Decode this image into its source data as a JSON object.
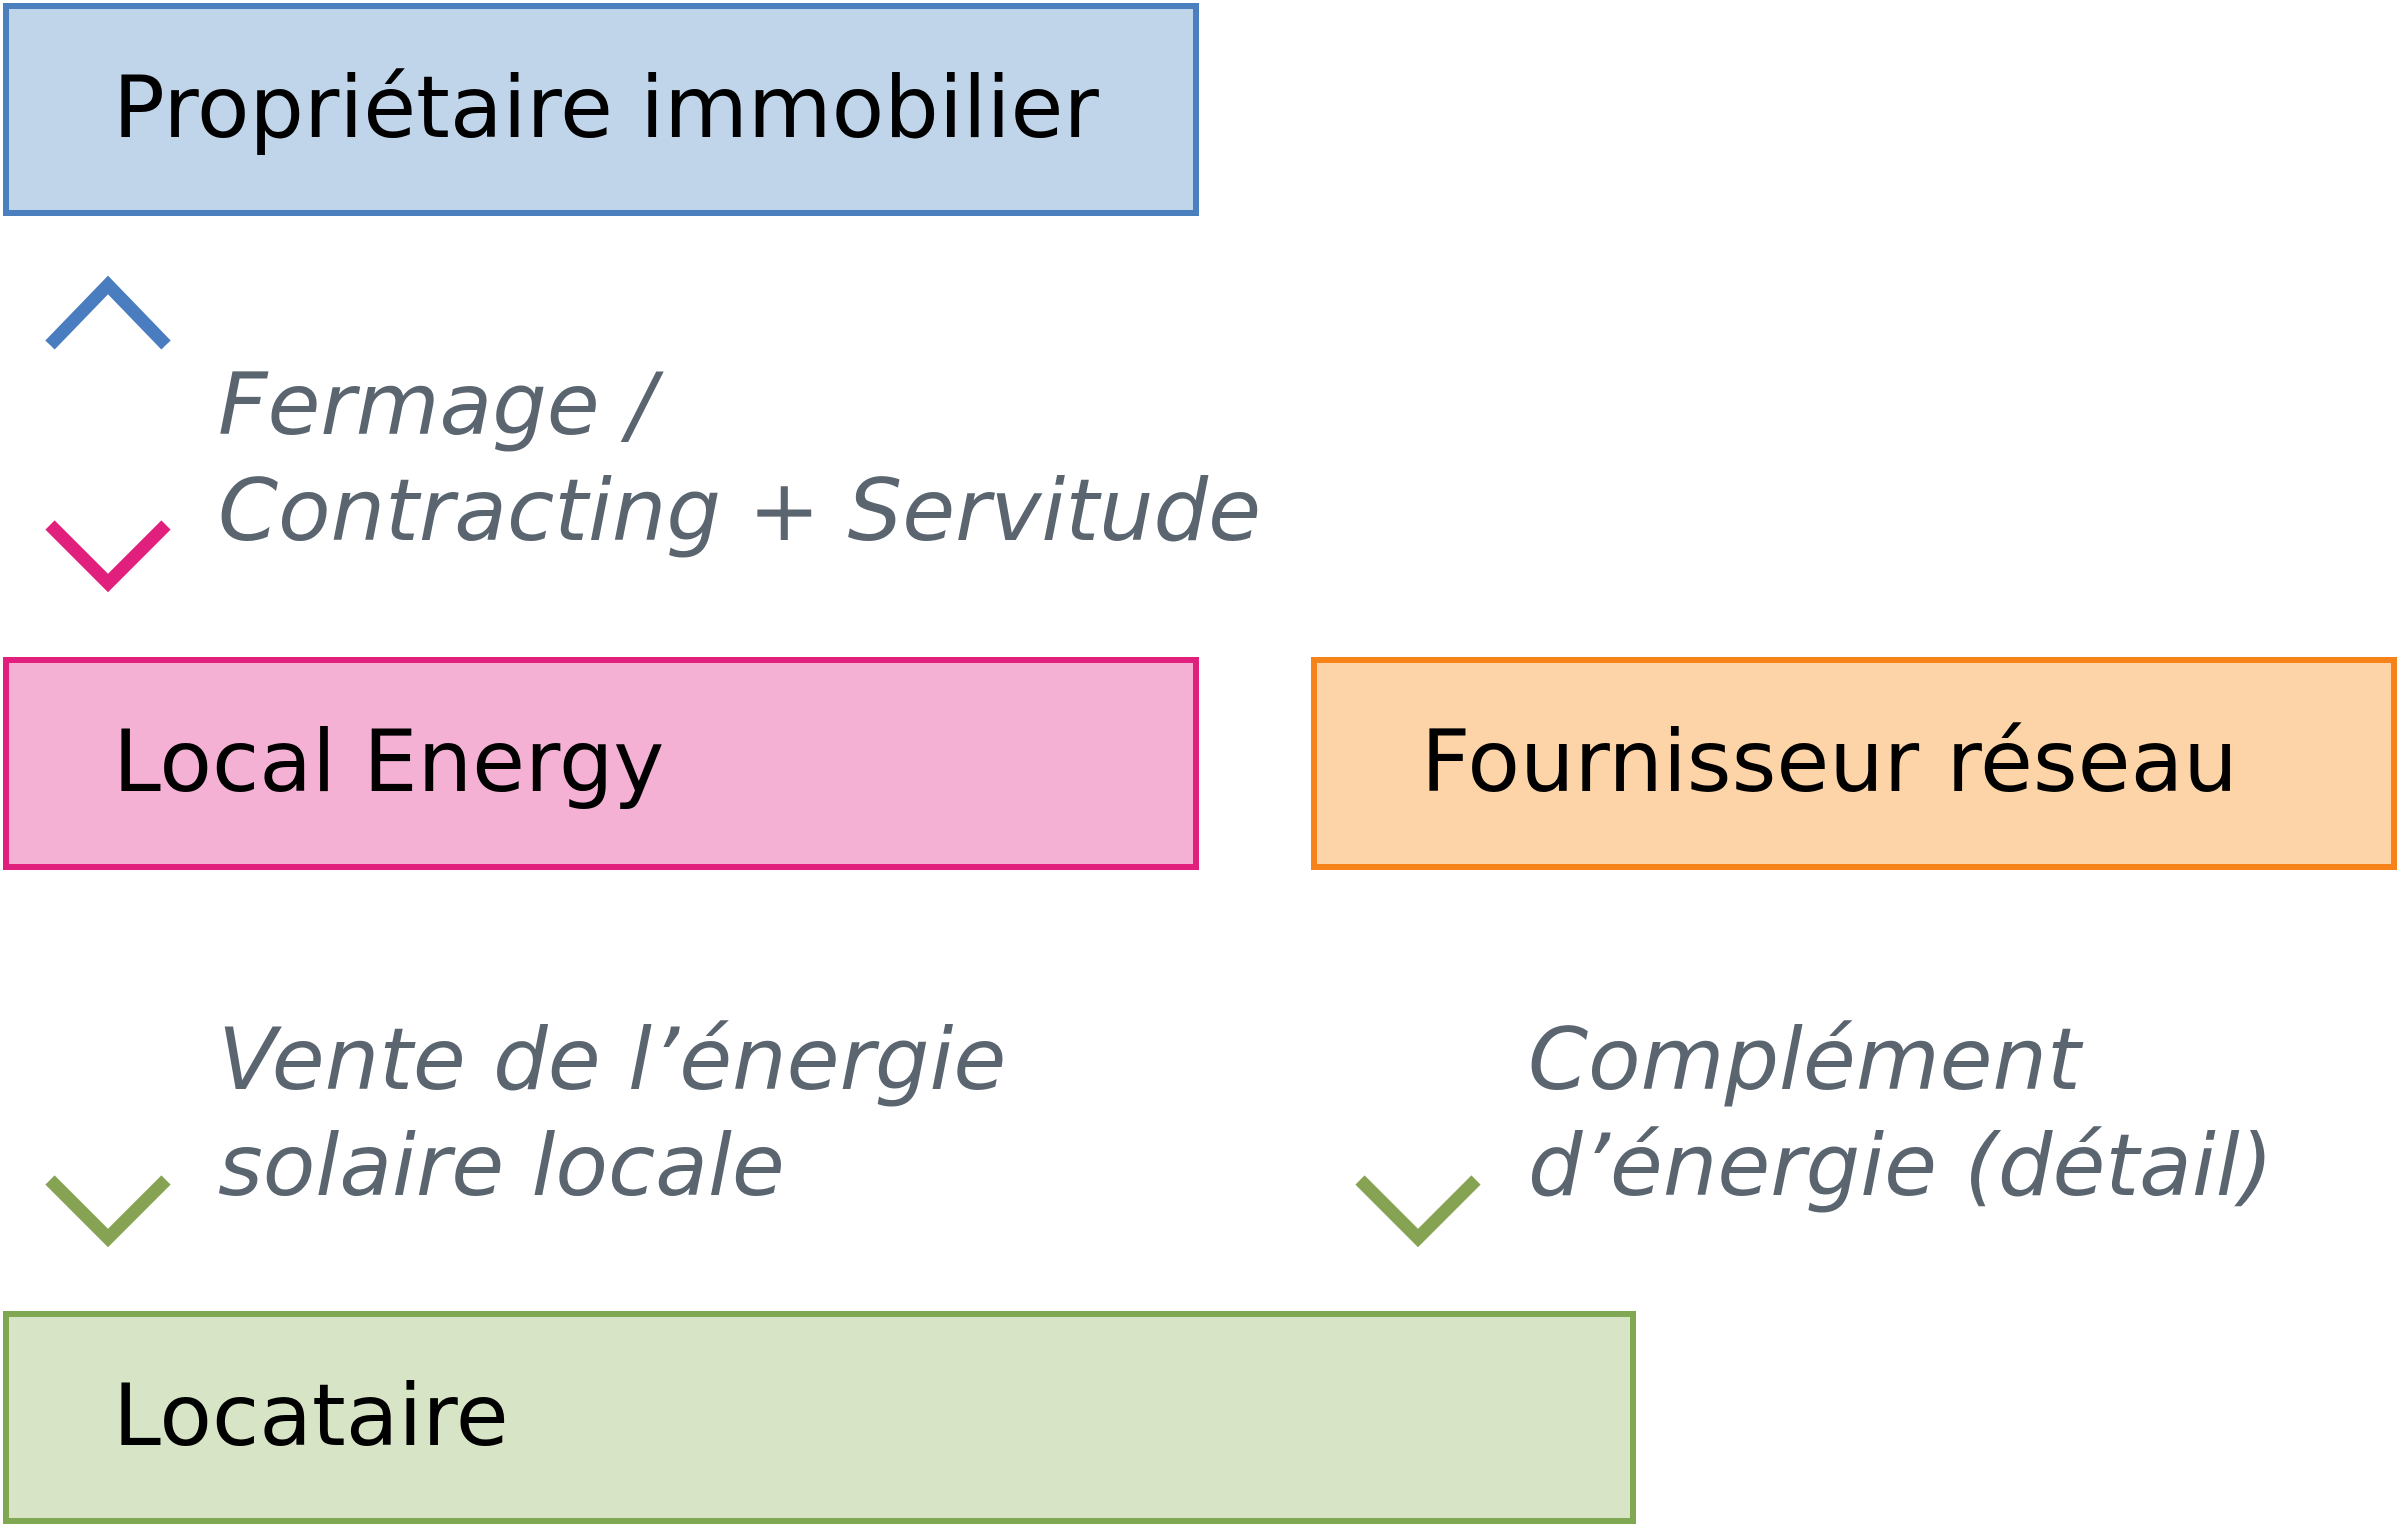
{
  "boxes": {
    "owner": {
      "label": "Propriétaire immobilier",
      "fill": "#c0d5ea",
      "border": "#4a80bd"
    },
    "local": {
      "label": "Local Energy",
      "fill": "#f5b1d4",
      "border": "#e11f7c"
    },
    "grid": {
      "label": "Fournisseur réseau",
      "fill": "#fdd4a8",
      "border": "#f6831a"
    },
    "tenant": {
      "label": "Locataire",
      "fill": "#d7e4c6",
      "border": "#80a853"
    }
  },
  "arrows": {
    "lease": {
      "line1": "Fermage /",
      "line2": "Contracting + Servitude",
      "direction": "bidirectional",
      "from": "owner",
      "to": "local"
    },
    "sale": {
      "line1": "Vente de l’énergie",
      "line2": "solaire locale",
      "direction": "down",
      "from": "local",
      "to": "tenant"
    },
    "supply": {
      "line1": "Complément",
      "line2": "d’énergie (détail)",
      "direction": "down",
      "from": "grid",
      "to": "tenant"
    }
  },
  "colors": {
    "label_text": "#5a6570",
    "arrow_blue": "#4a7cc0",
    "arrow_magenta": "#e11f7c",
    "arrow_orange": "#f6831a",
    "arrow_green": "#86a353"
  }
}
